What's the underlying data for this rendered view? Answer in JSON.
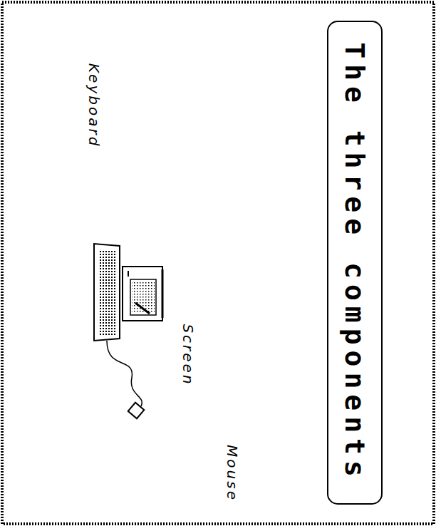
{
  "diagram": {
    "title": "The three components",
    "labels": [
      "Keyboard",
      "Screen",
      "Mouse"
    ]
  }
}
